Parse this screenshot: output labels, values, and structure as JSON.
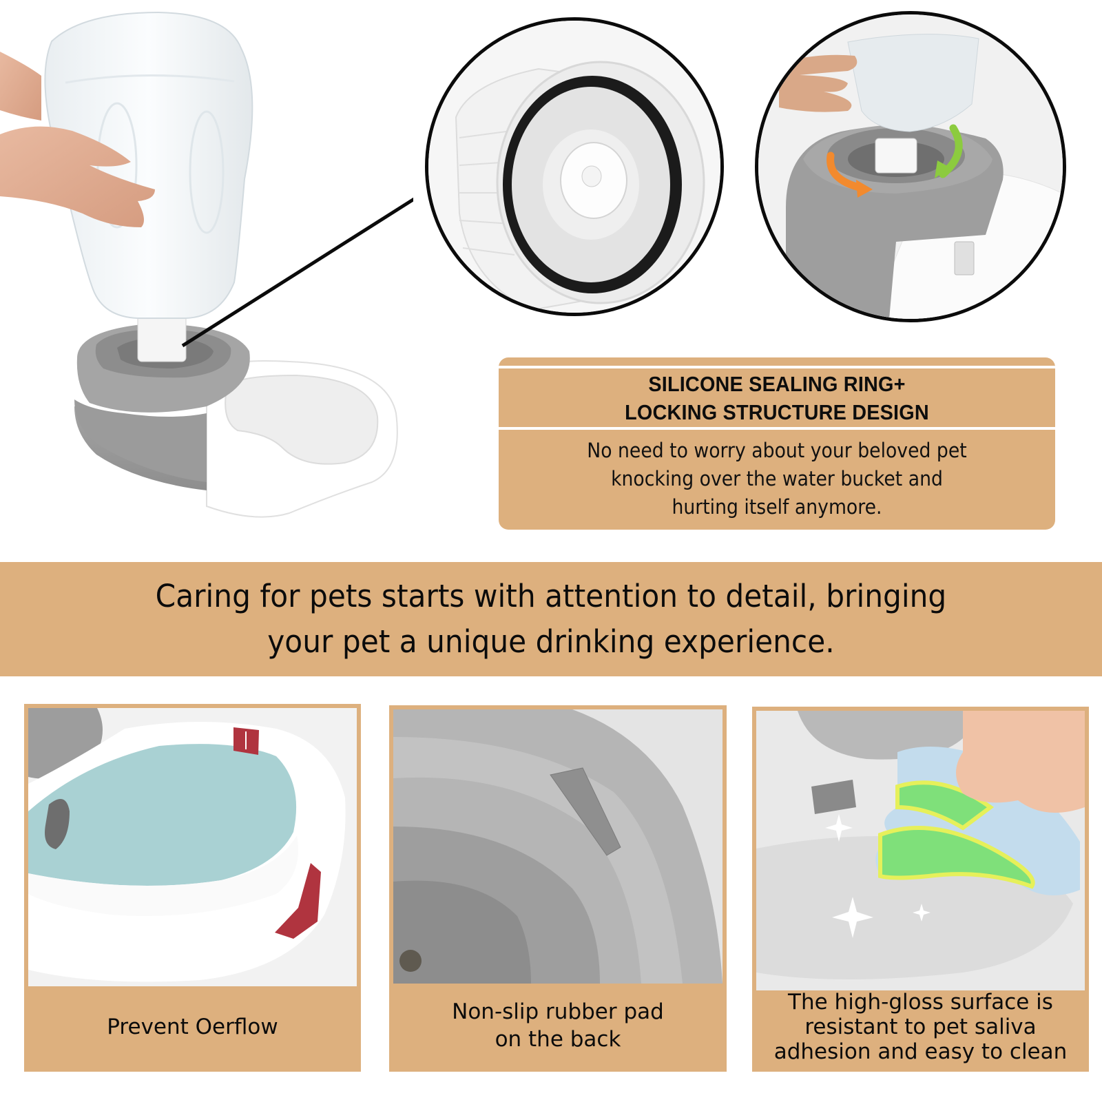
{
  "feature": {
    "title_lines": [
      "SILICONE SEALING RING+",
      "LOCKING STRUCTURE DESIGN"
    ],
    "body_lines": [
      "No need to worry about your beloved pet",
      "knocking over the water bucket and",
      "hurting itself anymore."
    ]
  },
  "tagline": {
    "lines": [
      "Caring for pets starts with attention to detail, bringing",
      "your pet a unique drinking experience."
    ]
  },
  "panels": [
    {
      "caption_lines": [
        "Prevent Oerflow"
      ],
      "image": "bowl-water-level-markers"
    },
    {
      "caption_lines": [
        "Non-slip rubber pad",
        "on the back"
      ],
      "image": "base-underside-rubber-pad"
    },
    {
      "caption_lines": [
        "The high-gloss surface is",
        "resistant to pet saliva",
        "adhesion and easy to clean"
      ],
      "image": "cloth-wiping-glossy-bowl"
    }
  ],
  "images": {
    "hero": "hand-placing-bottle-on-gravity-waterer",
    "circle1": "bottle-cap-with-black-silicone-ring",
    "circle2": "twist-lock-bottle-into-base"
  },
  "colors": {
    "accent_tan": "#DDB07E",
    "base_gray": "#9a9a9a",
    "circle_outline": "#0b0b0b",
    "arrow_orange": "#F28A2E",
    "arrow_green": "#8CCB3F",
    "water_teal": "#A9D1D3",
    "marker_red": "#B0343F"
  }
}
